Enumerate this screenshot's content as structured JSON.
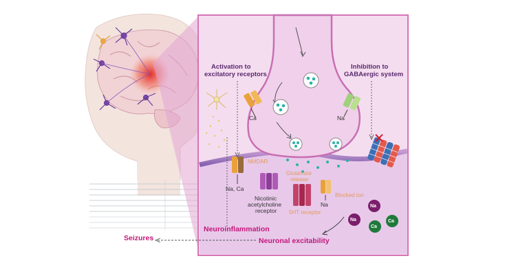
{
  "diagram": {
    "labels": {
      "activation": [
        "Activation to",
        "excitatory receptors"
      ],
      "inhibition": [
        "Inhibition to",
        "GABAergic system"
      ],
      "ca_channel": "Ca",
      "na_channel": "Na",
      "nmdar": "NMDAR",
      "glutamate": [
        "Glutamate",
        "release"
      ],
      "nacaion": "Na, Ca",
      "nicotinic": [
        "Nicotinic",
        "acetylcholine",
        "receptor"
      ],
      "ht_receptor": "5HT receptor",
      "na_small": "Na",
      "blocked": "Blocked Ion",
      "neuroinflammation": "Neuroinflammation",
      "seizures": "Seizures",
      "excitability": "Neuronal excitability"
    },
    "ions": [
      "Na",
      "Na",
      "Ca",
      "Ca"
    ],
    "colors": {
      "panel_bg": "#f3d7ee",
      "panel_border": "#d774b6",
      "postsynaptic": "#e6c7e8",
      "membrane": "#7e5aa8",
      "accent": "#c2187a",
      "ion_purple": "#7b1e6b",
      "ion_green": "#1f7a3a"
    }
  }
}
